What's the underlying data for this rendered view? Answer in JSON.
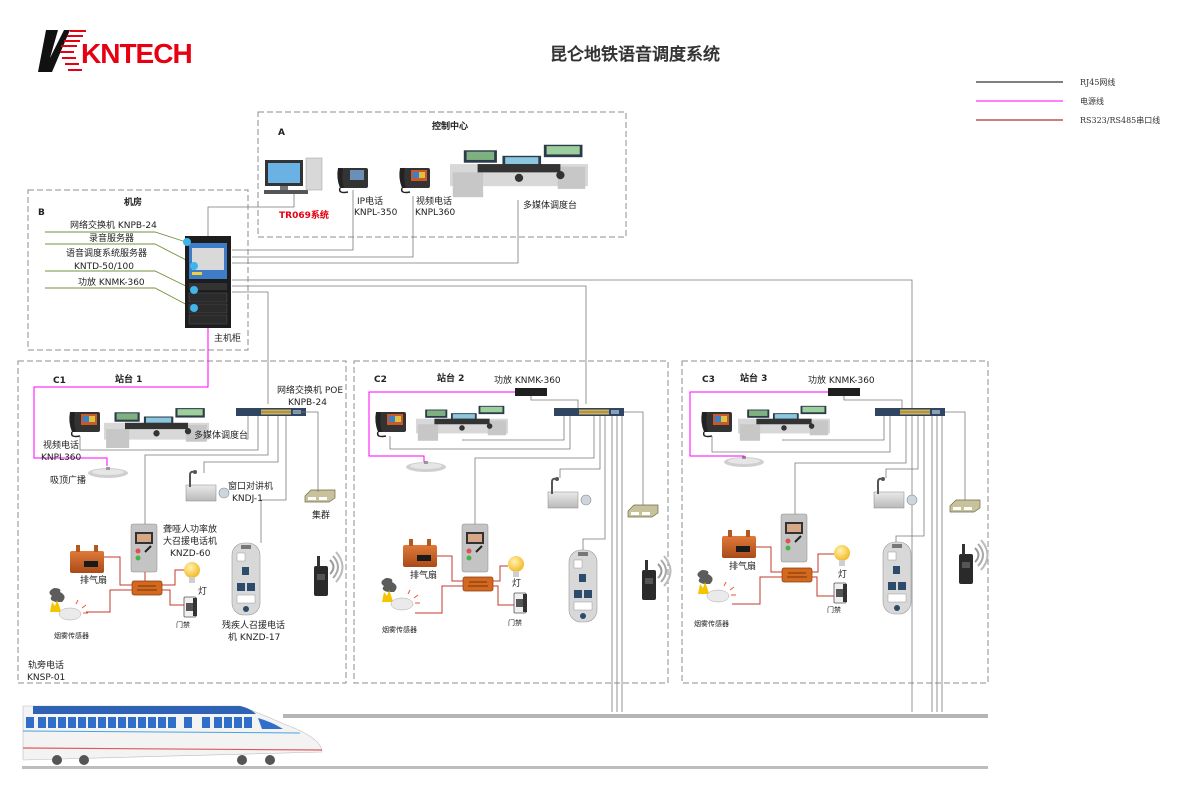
{
  "header": {
    "logo_text": "KNTECH",
    "title": "昆仑地铁语音调度系统"
  },
  "legend": [
    {
      "label": "RJ45网线",
      "color": "#000000"
    },
    {
      "label": "电源线",
      "color": "#ff00ff"
    },
    {
      "label": "RS323/RS485串口线",
      "color": "#c0504d"
    }
  ],
  "control_center": {
    "id": "A",
    "title": "控制中心",
    "devices": {
      "tr069": "TR069系统",
      "ip_phone_1": "IP电话",
      "ip_phone_2": "KNPL-350",
      "video_phone_1": "视频电话",
      "video_phone_2": "KNPL360",
      "console": "多媒体调度台"
    }
  },
  "machine_room": {
    "id": "B",
    "title": "机房",
    "items": [
      "网络交换机 KNPB-24",
      "录音服务器",
      "语音调度系统服务器",
      "KNTD-50/100",
      "功放 KNMK-360"
    ],
    "cabinet": "主机柜"
  },
  "stations": [
    {
      "id": "C1",
      "title": "站台 1",
      "switch_1": "网络交换机 POE",
      "switch_2": "KNPB-24",
      "console": "多媒体调度台",
      "video_phone_1": "视频电话",
      "video_phone_2": "KNPL360",
      "ceiling_speaker": "吸顶广播",
      "intercom_1": "窗口对讲机",
      "intercom_2": "KNDJ-1",
      "cluster": "集群",
      "deaf_phone_1": "聋哑人功率放",
      "deaf_phone_2": "大召援电话机",
      "deaf_phone_3": "KNZD-60",
      "fan": "排气扇",
      "light": "灯",
      "door": "门禁",
      "smoke": "烟雾传感器",
      "disabled_phone_1": "残疾人召援电话",
      "disabled_phone_2": "机 KNZD-17",
      "track_phone_1": "轨旁电话",
      "track_phone_2": "KNSP-01"
    },
    {
      "id": "C2",
      "title": "站台 2",
      "amplifier": "功放 KNMK-360",
      "fan": "排气扇",
      "light": "灯",
      "door": "门禁",
      "smoke": "烟雾传感器"
    },
    {
      "id": "C3",
      "title": "站台 3",
      "amplifier": "功放 KNMK-360",
      "fan": "排气扇",
      "light": "灯",
      "door": "门禁",
      "smoke": "烟雾传感器"
    }
  ]
}
